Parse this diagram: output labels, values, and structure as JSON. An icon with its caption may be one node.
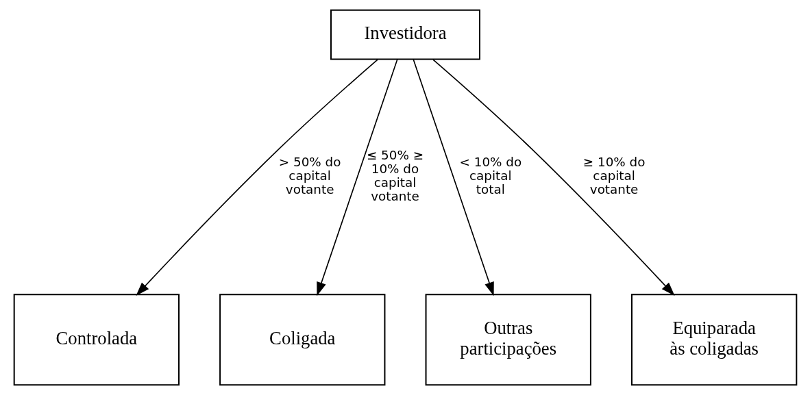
{
  "diagram": {
    "nodes": [
      {
        "text": [
          "Investidora"
        ]
      },
      {
        "text": [
          "Controlada"
        ]
      },
      {
        "text": [
          "Coligada"
        ]
      },
      {
        "text": [
          "Outras participações"
        ]
      },
      {
        "text": [
          "Equiparada às coligadas"
        ]
      }
    ],
    "edges": [
      {
        "from": 0,
        "to": 1,
        "arrow": "to",
        "label": "> 50% do capital votante"
      },
      {
        "from": 0,
        "to": 2,
        "arrow": "to",
        "label": "≤ 50% ≥ 10% do capital votante"
      },
      {
        "from": 0,
        "to": 3,
        "arrow": "to",
        "label": "< 10% do capital total"
      },
      {
        "from": 0,
        "to": 4,
        "arrow": "to",
        "label": "≥ 10% do capital votante"
      }
    ]
  }
}
